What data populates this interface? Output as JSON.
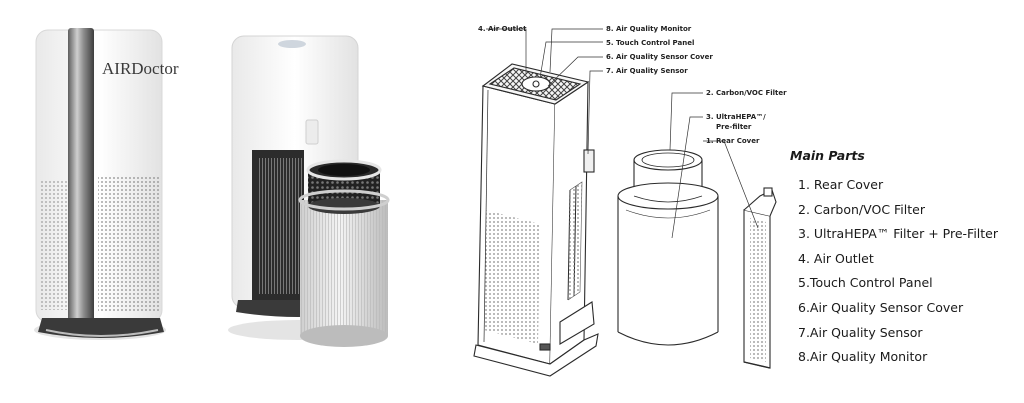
{
  "brand": "AIRDoctor",
  "callouts": {
    "air_outlet": "4. Air Outlet",
    "air_quality_monitor": "8. Air Quality Monitor",
    "touch_control_panel": "5. Touch Control Panel",
    "sensor_cover": "6. Air Quality Sensor Cover",
    "air_quality_sensor": "7. Air Quality Sensor",
    "carbon_filter": "2. Carbon/VOC Filter",
    "ultrahepa_line1": "3. UltraHEPA™/",
    "ultrahepa_line2": "Pre-filter",
    "rear_cover": "1. Rear Cover"
  },
  "main_parts": {
    "title": "Main Parts",
    "items": [
      "1. Rear Cover",
      "2. Carbon/VOC Filter",
      "3. UltraHEPA™ Filter + Pre-Filter",
      "4. Air Outlet",
      "5.Touch Control Panel",
      "6.Air Quality Sensor Cover",
      "7.Air Quality Sensor",
      "8.Air Quality Monitor"
    ]
  }
}
